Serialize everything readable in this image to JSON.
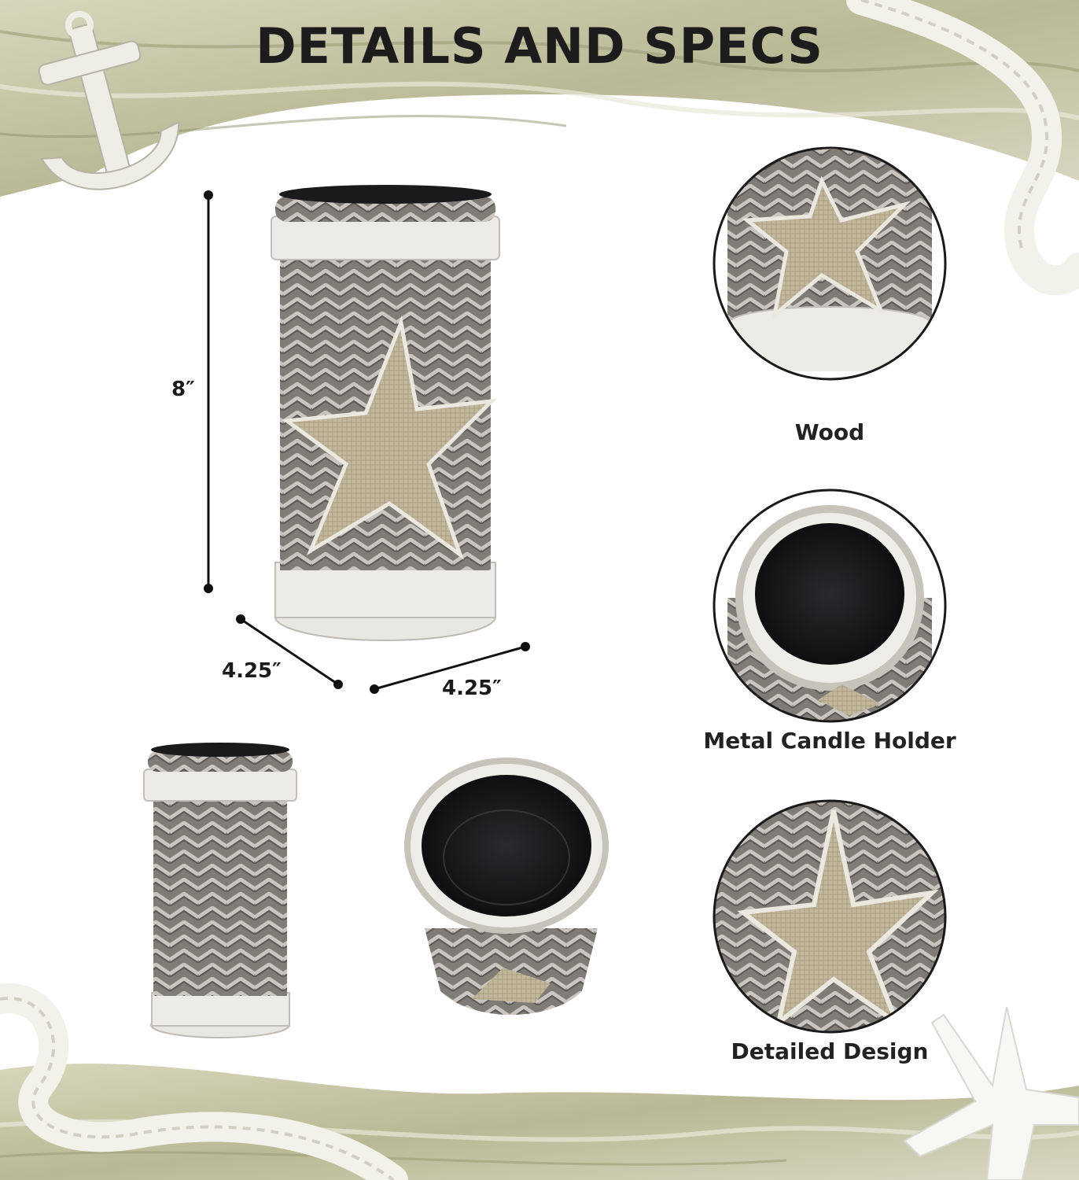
{
  "header": {
    "title": "DETAILS AND SPECS"
  },
  "dimensions": {
    "height": "8″",
    "depth": "4.25″",
    "width": "4.25″"
  },
  "features": [
    {
      "label": "Wood",
      "icon": "wood-base-detail-image"
    },
    {
      "label": "Metal Candle Holder",
      "icon": "metal-candle-holder-detail-image"
    },
    {
      "label": "Detailed Design",
      "icon": "starfish-design-detail-image"
    }
  ],
  "colors": {
    "marble": "#c9c9ae",
    "rope": "#8a8780",
    "burlap": "#bfb59c",
    "wood": "#ededeb",
    "text": "#1c1c1c"
  }
}
